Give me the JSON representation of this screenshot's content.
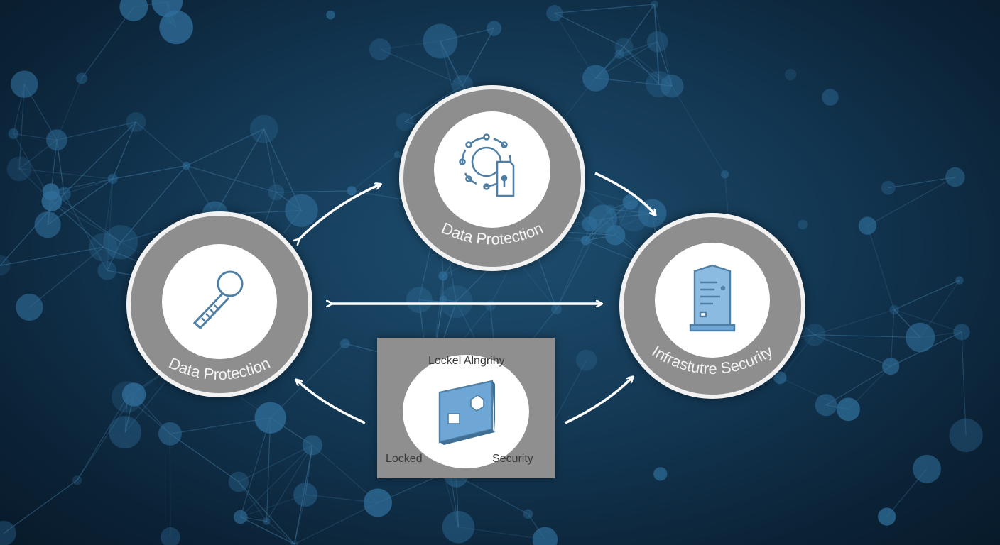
{
  "nodes": {
    "top": {
      "label": "Data Protection",
      "icon": "gear-lock-icon"
    },
    "left": {
      "label": "Data Protection",
      "icon": "key-icon"
    },
    "right": {
      "label": "Infrastutre Security",
      "icon": "server-icon"
    }
  },
  "center_box": {
    "title": "Lockel Alngrihy",
    "left_label": "Locked",
    "right_label": "Security",
    "icon": "chip-card-icon"
  },
  "colors": {
    "accent_blue": "#6ea6d6",
    "icon_stroke": "#4f7fa5",
    "ring_gray": "#8e8e8e",
    "ring_border": "#f2f2f2"
  }
}
